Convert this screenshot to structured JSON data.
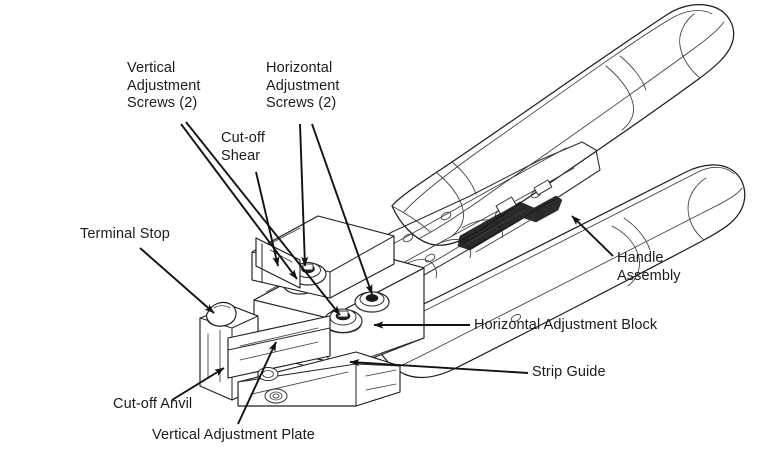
{
  "figure": {
    "kind": "technical-line-drawing",
    "subject": "hand crimping tool head and handle assembly",
    "background_color": "#ffffff",
    "line_color": "#1d1d1f",
    "text_color": "#1b1b1f"
  },
  "callouts": {
    "vertical_adjustment_screws": "Vertical\nAdjustment\nScrews (2)",
    "horizontal_adjustment_screws": "Horizontal\nAdjustment\nScrews (2)",
    "cut_off_shear": "Cut-off\nShear",
    "terminal_stop": "Terminal Stop",
    "handle_assembly": "Handle\nAssembly",
    "horizontal_adjustment_block": "Horizontal Adjustment Block",
    "strip_guide": "Strip Guide",
    "cut_off_anvil": "Cut-off Anvil",
    "vertical_adjustment_plate": "Vertical Adjustment Plate"
  }
}
